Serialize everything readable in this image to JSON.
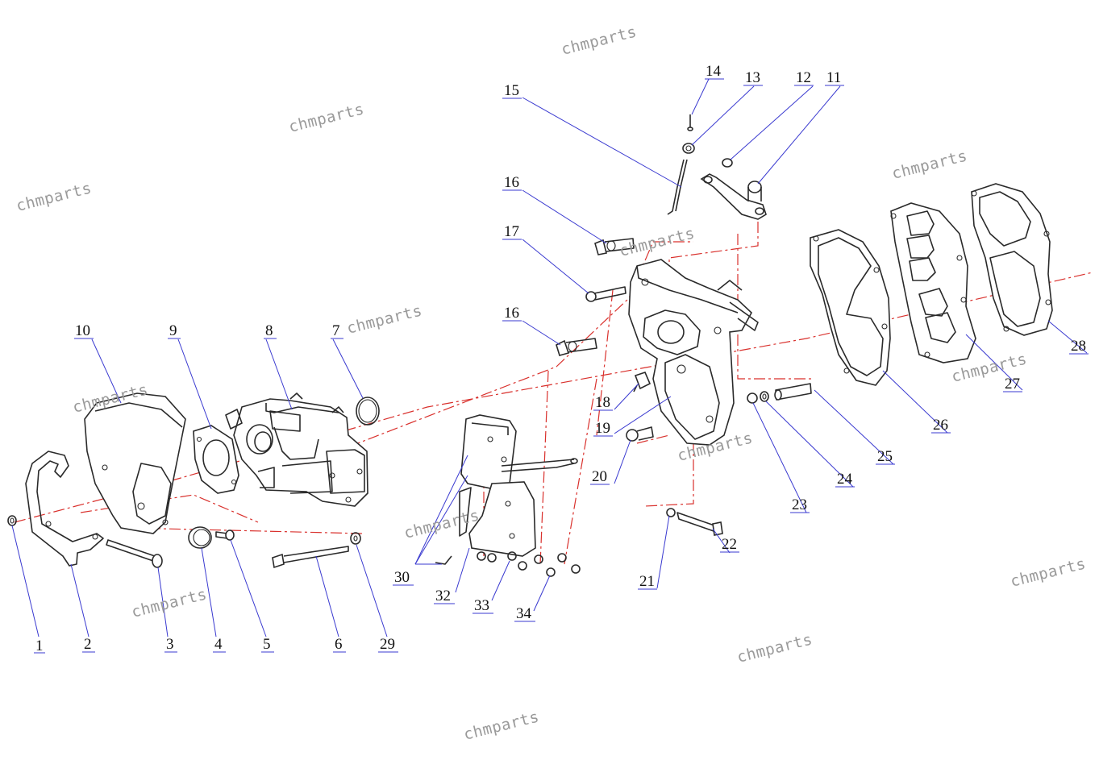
{
  "watermark_text": "chmparts",
  "callouts": [
    "1",
    "2",
    "3",
    "4",
    "5",
    "6",
    "7",
    "8",
    "9",
    "10",
    "11",
    "12",
    "13",
    "14",
    "15",
    "16",
    "16",
    "17",
    "18",
    "19",
    "20",
    "21",
    "22",
    "23",
    "24",
    "25",
    "26",
    "27",
    "28",
    "29",
    "30",
    "32",
    "33",
    "34"
  ],
  "colors": {
    "leader": "#3a3ad0",
    "centerline": "#d9302c",
    "line_art": "#2a2a2a",
    "watermark": "#9a9a9a"
  }
}
